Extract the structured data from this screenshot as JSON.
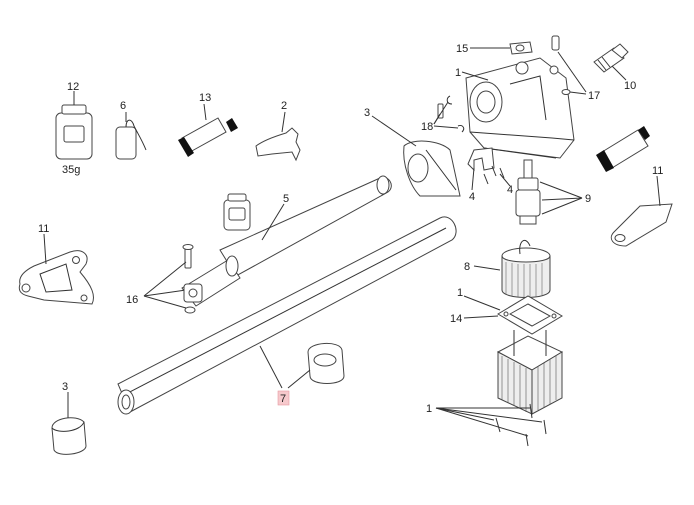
{
  "callouts": {
    "c1_top": "1",
    "c1_coil": "1",
    "c1_screws": "1",
    "c2": "2",
    "c3_cover": "3",
    "c3_cap": "3",
    "c4_a": "4",
    "c4_b": "4",
    "c5": "5",
    "c6": "6",
    "c7": "7",
    "c8": "8",
    "c9": "9",
    "c10": "10",
    "c11_left": "11",
    "c11_right": "11",
    "c12": "12",
    "c13": "13",
    "c14": "14",
    "c15": "15",
    "c16": "16",
    "c17": "17",
    "c18": "18"
  },
  "grease_jar_weight": "35g",
  "highlighted_callout": "7",
  "colors": {
    "line": "#333333",
    "highlight": "#f6c9cc",
    "tube_cap": "#111111"
  }
}
